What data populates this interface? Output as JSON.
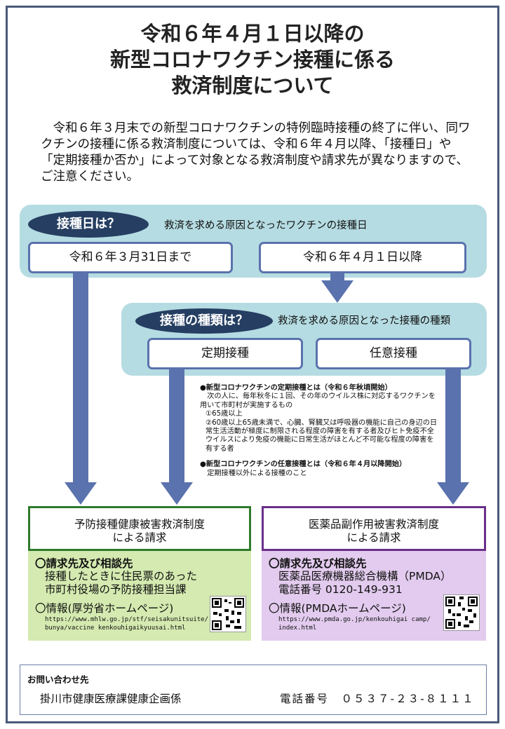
{
  "title": [
    "令和６年４月１日以降の",
    "新型コロナワクチン接種に係る",
    "救済制度について"
  ],
  "intro": "令和６年３月末での新型コロナワクチンの特例臨時接種の終了に伴い、同ワクチンの接種に係る救済制度については、令和６年４月以降、「接種日」や「定期接種か否か」によって対象となる救済制度や請求先が異なりますので、ご注意ください。",
  "step1": {
    "question": "接種日は？",
    "note": "救済を求める原因となったワクチンの接種日",
    "option_before": "令和６年３月31日まで",
    "option_after": "令和６年４月１日以降"
  },
  "step2": {
    "question": "接種の種類は？",
    "note": "救済を求める原因となった接種の種類",
    "option_regular": "定期接種",
    "option_voluntary": "任意接種"
  },
  "definitions": {
    "regular_title": "●新型コロナワクチンの定期接種とは（令和６年秋頃開始）",
    "regular_body": "次の人に、毎年秋冬に１回、その年のウイルス株に対応するワクチンを用いて市町村が実施するもの",
    "regular_item1": "①65歳以上",
    "regular_item2": "②60歳以上65歳未満で、心臓、腎臓又は呼吸器の機能に自己の身辺の日常生活活動が極度に制限される程度の障害を有する者及びヒト免疫不全ウイルスにより免疫の機能に日常生活がほとんど不可能な程度の障害を有する者",
    "voluntary_title": "●新型コロナワクチンの任意接種とは（令和６年４月以降開始）",
    "voluntary_body": "定期接種以外による接種のこと"
  },
  "relief_left": {
    "title_line1": "予防接種健康被害救済制度",
    "title_line2": "による請求",
    "contact_head": "〇請求先及び相談先",
    "contact_line1": "接種したときに住民票のあった",
    "contact_line2": "市町村役場の予防接種担当課",
    "info_head": "〇情報(厚労省ホームページ)",
    "url_line1": "https://www.mhlw.go.jp/stf/seisakunitsuite/",
    "url_line2": "bunya/vaccine kenkouhigaikyuusai.html"
  },
  "relief_right": {
    "title_line1": "医薬品副作用被害救済制度",
    "title_line2": "による請求",
    "contact_head": "〇請求先及び相談先",
    "contact_line1": "医薬品医療機器総合機構（PMDA）",
    "contact_line2": "電話番号 0120-149-931",
    "info_head": "〇情報(PMDAホームページ)",
    "url_line1": "https://www.pmda.go.jp/kenkouhigai camp/",
    "url_line2": "index.html"
  },
  "contact": {
    "heading": "お問い合わせ先",
    "name": "掛川市健康医療課健康企画係",
    "phone": "電話番号　０５３７-２３-８１１１"
  },
  "colors": {
    "panel": "#b5dce2",
    "pill": "#253e62",
    "arrow": "#5a72ad",
    "green_border": "#2f7a2a",
    "green_fill": "#d4eab0",
    "purple_border": "#6a2f8a",
    "purple_fill": "#e2cbee"
  },
  "icons": [
    "qr-code-icon"
  ]
}
